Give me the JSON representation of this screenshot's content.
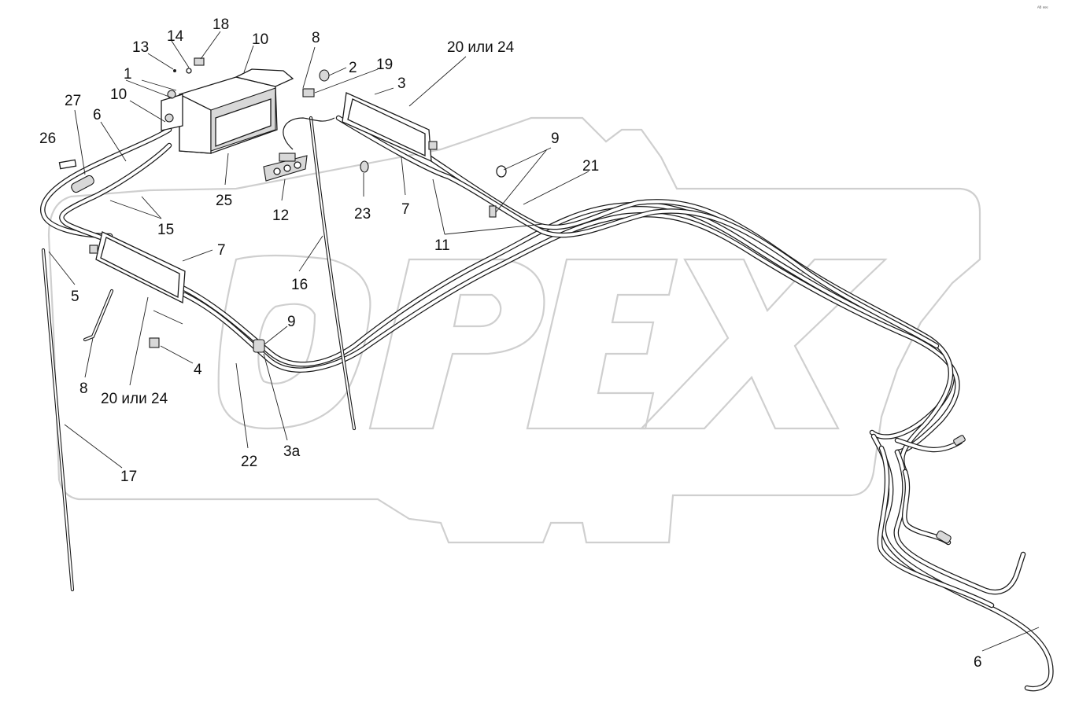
{
  "corner_mark": "ᴬᴮ ᵉᵉᵉ",
  "watermark": {
    "brand_text": "OPEX",
    "color": "#cfcfcf"
  },
  "callouts": {
    "c13": "13",
    "c14": "14",
    "c18": "18",
    "c10_top": "10",
    "c8_top": "8",
    "c2": "2",
    "c19": "19",
    "c20_24_top": "20 или  24",
    "c3": "3",
    "c1": "1",
    "c27": "27",
    "c10_left": "10",
    "c6_left": "6",
    "c26": "26",
    "c9_right": "9",
    "c21": "21",
    "c25": "25",
    "c12": "12",
    "c23": "23",
    "c7_right": "7",
    "c15": "15",
    "c11": "11",
    "c7_left": "7",
    "c5": "5",
    "c16": "16",
    "c9_bottom": "9",
    "c4": "4",
    "c8_bottom": "8",
    "c20_24_bottom": "20 или  24",
    "c3a": "3а",
    "c22": "22",
    "c17": "17",
    "c6_right": "6"
  }
}
